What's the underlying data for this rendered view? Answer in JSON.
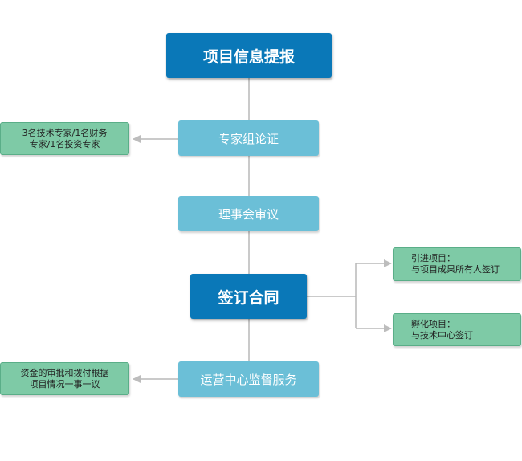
{
  "flow": {
    "step1": "项目信息提报",
    "step2": "专家组论证",
    "step3": "理事会审议",
    "step4": "签订合同",
    "step5": "运营中心监督服务"
  },
  "notes": {
    "experts": {
      "line1": "3名技术专家/1名财务",
      "line2": "专家/1名投资专家"
    },
    "introduce": {
      "line1": "引进项目：",
      "line2": "与项目成果所有人签订"
    },
    "incubate": {
      "line1": "孵化项目：",
      "line2": "与技术中心签订"
    },
    "funding": {
      "line1": "资金的审批和拨付根据",
      "line2": "项目情况一事一议"
    }
  },
  "colors": {
    "primary": "#0a78b8",
    "secondary": "#6bbfd7",
    "note": "#7ecaa6",
    "line": "#b8b8b8"
  }
}
